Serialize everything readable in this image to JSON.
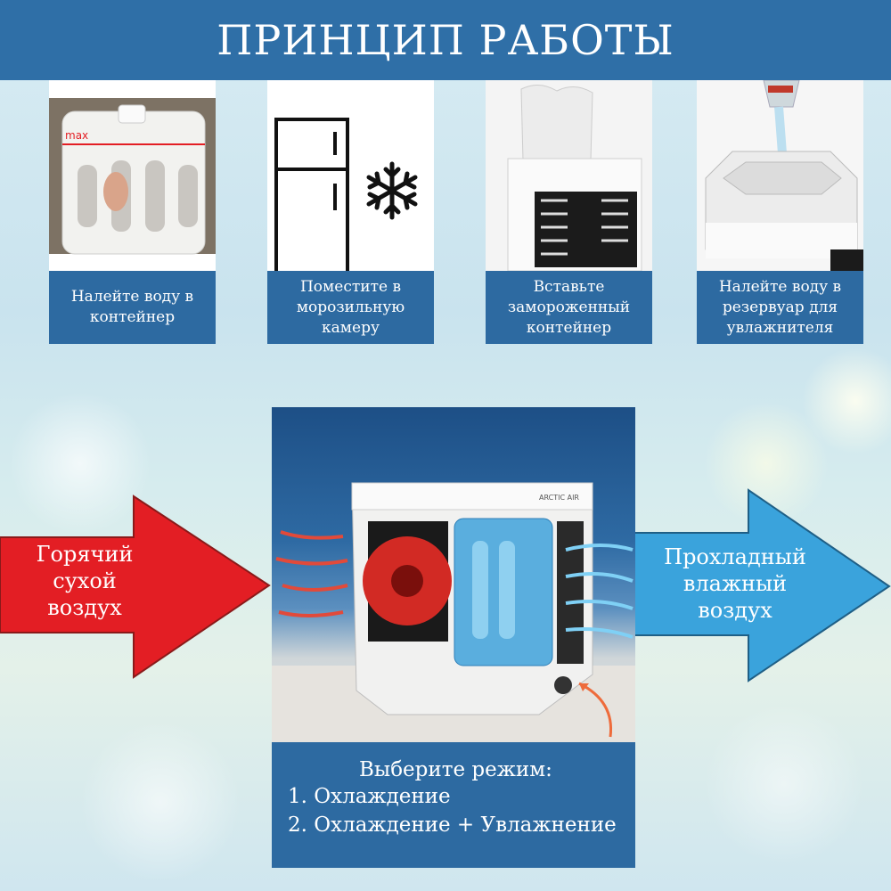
{
  "header": {
    "title": "ПРИНЦИП РАБОТЫ"
  },
  "steps": [
    {
      "caption": "Налейте воду в контейнер",
      "icon": "water-container-photo",
      "mark": "max"
    },
    {
      "caption": "Поместите в морозильную камеру",
      "icon": "freezer-icon"
    },
    {
      "caption": "Вставьте замороженный контейнер",
      "icon": "cooler-insert-photo"
    },
    {
      "caption": "Налейте воду в резервуар для увлажнителя",
      "icon": "pour-water-photo"
    }
  ],
  "hot_air": {
    "label_lines": [
      "Горячий",
      "сухой",
      "воздух"
    ],
    "color": "#e31e24"
  },
  "cool_air": {
    "label_lines": [
      "Прохладный",
      "влажный",
      "воздух"
    ],
    "color": "#3aa3dc"
  },
  "device": {
    "brand": "ARCTIC AIR"
  },
  "mode_panel": {
    "title": "Выберите режим:",
    "options": [
      "1. Охлаждение",
      "2. Охлаждение + Увлажнение"
    ]
  },
  "colors": {
    "banner": "#2f6fa7",
    "caption_bg": "#2d6aa1",
    "text": "#ffffff"
  }
}
